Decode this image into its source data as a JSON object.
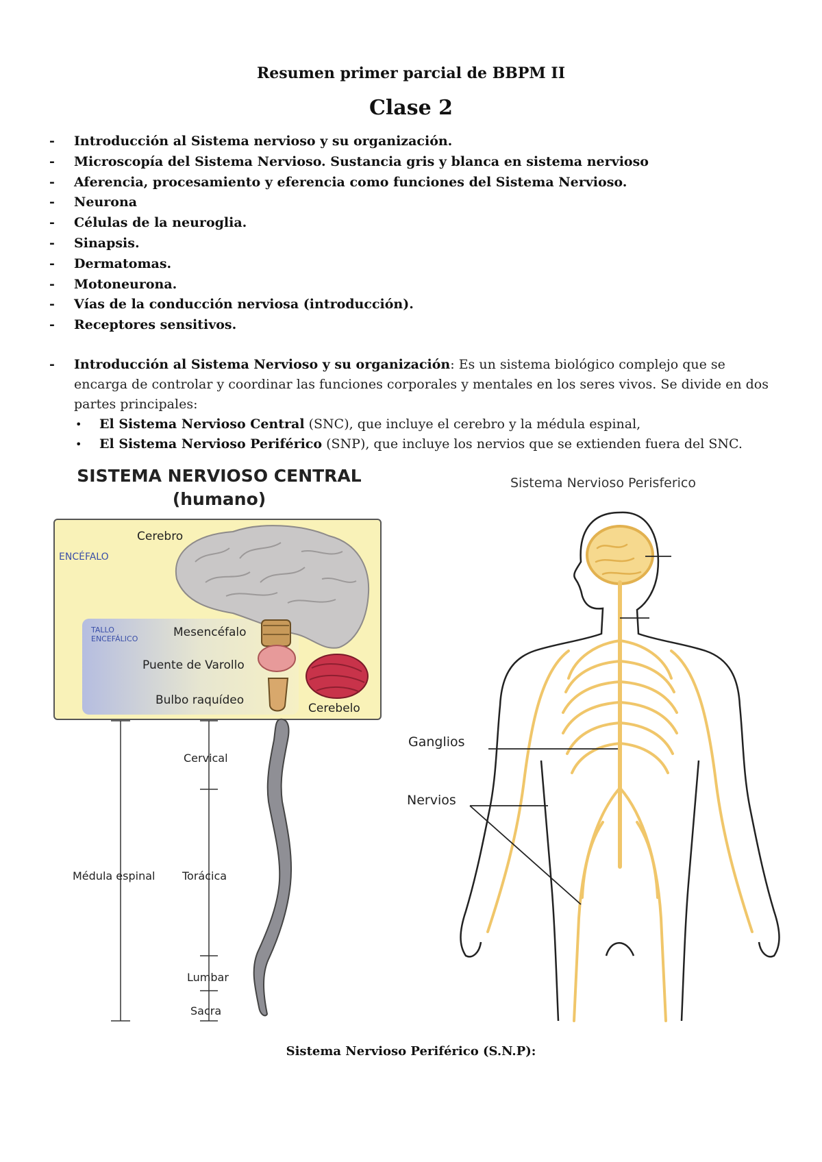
{
  "document": {
    "title": "Resumen primer parcial de BBPM II",
    "subtitle": "Clase 2",
    "dash": "-",
    "bullet": "•",
    "topics": [
      "Introducción al Sistema nervioso y su organización.",
      "Microscopía del Sistema Nervioso. Sustancia gris y blanca en sistema nervioso",
      "Aferencia, procesamiento y eferencia como funciones del Sistema Nervioso.",
      "Neurona",
      "Células de la neuroglia.",
      "Sinapsis.",
      "Dermatomas.",
      "Motoneurona.",
      "Vías de la conducción nerviosa (introducción).",
      "Receptores sensitivos."
    ],
    "intro": {
      "heading": "Introducción al Sistema Nervioso y su organización",
      "text": ": Es un sistema biológico complejo que se encarga de controlar y coordinar las funciones corporales y mentales en los seres vivos. Se divide en dos partes principales:",
      "parts": [
        {
          "name": "El Sistema Nervioso Central",
          "desc": " (SNC), que incluye el cerebro y la médula espinal,"
        },
        {
          "name": "El Sistema Nervioso Periférico",
          "desc": " (SNP), que incluye los nervios que se extienden fuera del SNC."
        }
      ]
    },
    "caption": "Sistema Nervioso Periférico (S.N.P):"
  },
  "figure_snc": {
    "title_line1": "SISTEMA NERVIOSO CENTRAL",
    "title_line2": "(humano)",
    "labels": {
      "cerebro": "Cerebro",
      "encefalo": "ENCÉFALO",
      "tallo_line1": "TALLO",
      "tallo_line2": "ENCEFÁLICO",
      "mesencefalo": "Mesencéfalo",
      "puente": "Puente de Varollo",
      "bulbo": "Bulbo raquídeo",
      "cerebelo": "Cerebelo",
      "cervical": "Cervical",
      "toracica": "Torácica",
      "lumbar": "Lumbar",
      "sacra": "Sacra",
      "medula": "Médula espinal"
    },
    "colors": {
      "box": "#f9f2b8",
      "brain": "#c9c7c7",
      "cerebellum": "#c8334a",
      "stem": "#d8a86c",
      "pons": "#e79a9a",
      "cord": "#8f8f95"
    }
  },
  "figure_snp": {
    "title": "Sistema Nervioso Perisferico",
    "labels": {
      "ganglios": "Ganglios",
      "nervios": "Nervios"
    },
    "colors": {
      "nerves": "#f0c66a",
      "outline": "#222222"
    }
  }
}
